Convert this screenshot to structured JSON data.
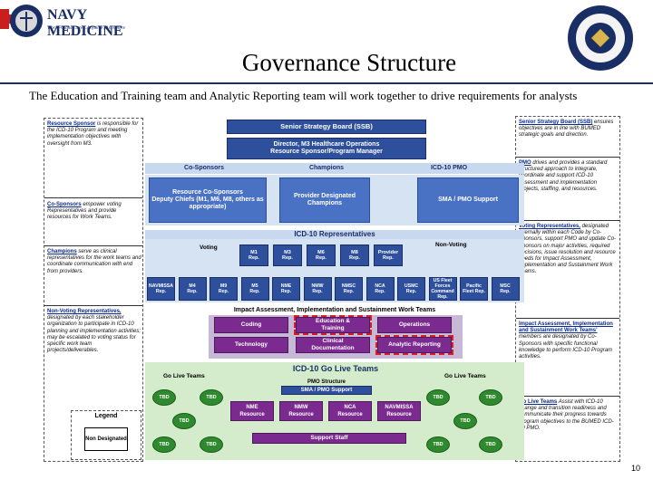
{
  "header": {
    "brand": "NAVY MEDICINE",
    "tagline": "World-Class Care...Anytime, Anywhere",
    "title": "Governance Structure",
    "subtitle": "The Education and Training team and Analytic Reporting team will work together to drive requirements for analysts"
  },
  "left_notes": [
    {
      "head": "Resource Sponsor",
      "text": "is responsible for the ICD-10 Program and meeting implementation objectives with oversight from M3."
    },
    {
      "head": "Co-Sponsors",
      "text": "empower voting Representatives and provide resources for Work Teams."
    },
    {
      "head": "Champions",
      "text": "serve as clinical representatives for the work teams and coordinate communication with end from providers."
    },
    {
      "head": "Non-Voting Representatives,",
      "text": "designated by each stakeholder organization to participate in ICD-10 planning and implementation activities; may be escalated to voting status for specific work team projects/deliverables."
    }
  ],
  "right_notes": [
    {
      "head": "Senior Strategy Board (SSB)",
      "text": "ensures objectives are in line with BUMED strategic goals and direction."
    },
    {
      "head": "PMO",
      "text": "drives and provides a standard structured approach to integrate, coordinate and support ICD-10 assessment and implementation projects, staffing, and resources."
    },
    {
      "head": "Voting Representatives,",
      "text": "designated internally within each Code by Co-Sponsors, support PMO and update Co-Sponsors on major activities, required decisions, issue resolution and resource needs for Impact Assessment, Implementation and Sustainment Work Teams."
    },
    {
      "head": "Impact Assessment, Implementation and Sustainment Work Teams'",
      "text": "members are designated by Co-Sponsors with specific functional knowledge to perform ICD-10 Program activities."
    },
    {
      "head": "Go Live Teams",
      "text": "Assist with ICD-10 change and transition readiness and communicate their progress towards program objectives to the BUMED ICD-10 PMO."
    }
  ],
  "chart": {
    "ssb": "Senior Strategy Board (SSB)",
    "director": "Director, M3 Healthcare Operations\nResource Sponsor/Program Manager",
    "cosponsors": "Co-Sponsors",
    "champions": "Champions",
    "pmo": "ICD-10 PMO",
    "resource_cosponsors": "Resource Co-Sponsors\nDeputy Chiefs (M1, M6, M8, others as appropriate)",
    "provider_champions": "Provider Designated\nChampions",
    "sma_pmo": "SMA / PMO Support",
    "reps_title": "ICD-10 Representatives",
    "voting": "Voting",
    "nonvoting": "Non-Voting",
    "voting_reps": [
      "M1\nRep.",
      "M3\nRep.",
      "M6\nRep.",
      "M8\nRep.",
      "Provider\nRep."
    ],
    "bottom_reps": [
      "NAVMISSA\nRep.",
      "M4\nRep.",
      "M9\nRep.",
      "M5\nRep.",
      "NME\nRep.",
      "NMW\nRep.",
      "NMSC\nRep.",
      "NCA\nRep.",
      "USMC\nRep.",
      "US Fleet Forces Command Rep.",
      "Pacific Fleet Rep.",
      "MSC\nRep."
    ],
    "workteams_title": "Impact Assessment, Implementation and Sustainment Work Teams",
    "teams": [
      "Coding",
      "Education &\nTraining",
      "Operations",
      "Technology",
      "Clinical\nDocumentation",
      "Analytic Reporting"
    ],
    "golive_title": "ICD-10 Go Live Teams",
    "golive_left": "Go Live Teams",
    "golive_right": "Go Live Teams",
    "pmo_structure": "PMO Structure",
    "sma_pmo2": "SMA / PMO Support",
    "tbd": "TBD",
    "resources": [
      "NME\nResource",
      "NMW\nResource",
      "NCA\nResource",
      "NAVMISSA\nResource"
    ],
    "support_staff": "Support Staff",
    "legend_title": "Legend",
    "legend_item": "Non Designated"
  },
  "page_number": "10",
  "colors": {
    "navy": "#2e4f9c",
    "purple": "#7b2a8f",
    "green": "#2f8a2f",
    "highlight": "#d42020"
  }
}
